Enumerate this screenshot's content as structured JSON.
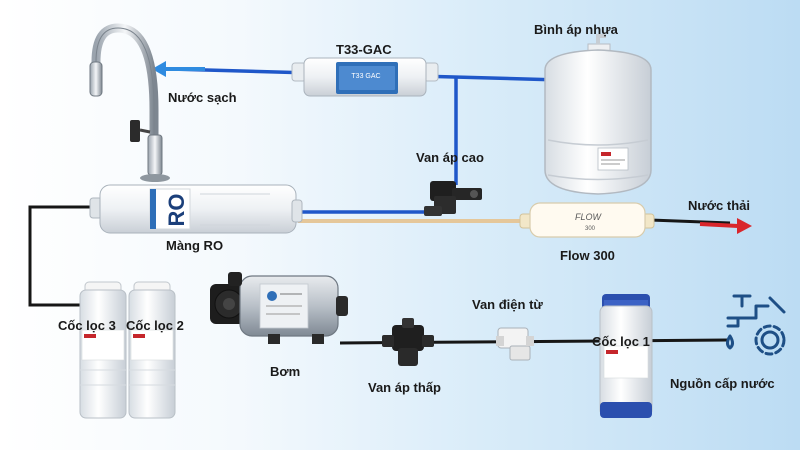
{
  "labels": {
    "filter_t33": "T33-GAC",
    "tank": "Bình áp nhựa",
    "clean_water": "Nước sạch",
    "high_valve": "Van áp cao",
    "waste_water": "Nước thải",
    "ro_membrane": "Màng RO",
    "flow": "Flow 300",
    "cup3": "Cốc lọc 3",
    "cup2": "Cốc lọc 2",
    "solenoid": "Van điện từ",
    "cup1": "Cốc lọc 1",
    "pump": "Bơm",
    "low_valve": "Van áp thấp",
    "source": "Nguồn cấp nước"
  },
  "product_marks": {
    "ro_text": "RO",
    "flow_text": "FLOW",
    "flow_sub": "300",
    "t33_text": "T33 GAC"
  },
  "colors": {
    "clean_line": "#1f57c9",
    "arrow_clean": "#2f8be0",
    "waste_line": "#e5c79a",
    "waste_arrow": "#d9262b",
    "black_tube": "#161616",
    "icon": "#1e4f86"
  },
  "icons": [
    "faucet-icon",
    "tap-gear-icon"
  ]
}
